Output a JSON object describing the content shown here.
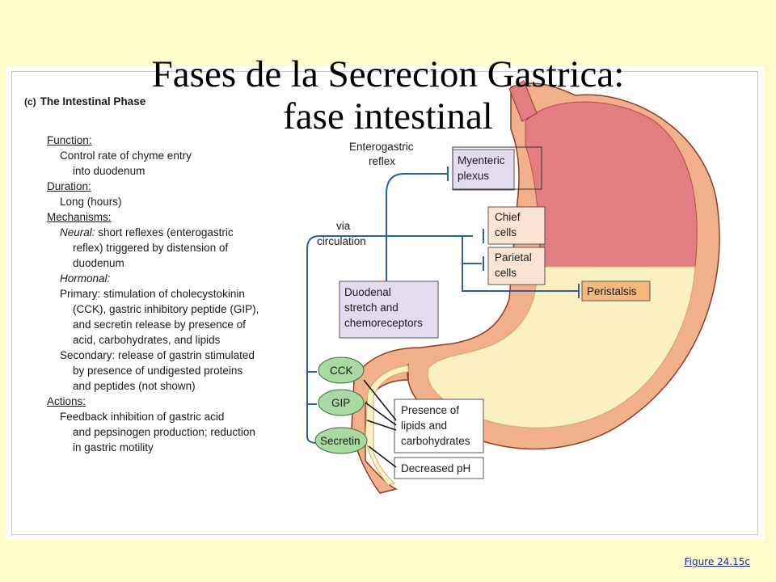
{
  "title": {
    "line1": "Fases de la Secrecion Gastrica:",
    "line2": "fase intestinal"
  },
  "phase": {
    "letter": "(c)",
    "name": "The Intestinal Phase"
  },
  "left_text": {
    "function_label": "Function:",
    "function_1": "Control rate of chyme entry",
    "function_2": "into duodenum",
    "duration_label": "Duration:",
    "duration_1": "Long (hours)",
    "mechanisms_label": "Mechanisms:",
    "neural_label": "Neural:",
    "neural_1": " short reflexes (enterogastric",
    "neural_2": "reflex) triggered by distension of",
    "neural_3": "duodenum",
    "hormonal_label": "Hormonal:",
    "primary_1": "Primary: stimulation of cholecystokinin",
    "primary_2": "(CCK), gastric inhibitory peptide (GIP),",
    "primary_3": "and secretin release by presence of",
    "primary_4": "acid, carbohydrates, and lipids",
    "secondary_1": "Secondary: release of gastrin stimulated",
    "secondary_2": "by presence of undigested proteins",
    "secondary_3": "and peptides (not shown)",
    "actions_label": "Actions:",
    "actions_1": "Feedback inhibition of gastric acid",
    "actions_2": "and pepsinogen production; reduction",
    "actions_3": "in gastric motility"
  },
  "diagram": {
    "enterogastric_1": "Enterogastric",
    "enterogastric_2": "reflex",
    "myenteric_1": "Myenteric",
    "myenteric_2": "plexus",
    "via_1": "via",
    "via_2": "circulation",
    "chief_1": "Chief",
    "chief_2": "cells",
    "parietal_1": "Parietal",
    "parietal_2": "cells",
    "peristalsis": "Peristalsis",
    "duodenal_1": "Duodenal",
    "duodenal_2": "stretch and",
    "duodenal_3": "chemoreceptors",
    "cck": "CCK",
    "gip": "GIP",
    "secretin": "Secretin",
    "presence_1": "Presence of",
    "presence_2": "lipids and",
    "presence_3": "carbohydrates",
    "decreased_ph": "Decreased pH"
  },
  "figure_link": "Figure 24.15c",
  "colors": {
    "background": "#fdfbc9",
    "pathway_blue": "#2b5fa8",
    "hormone_green": "#a7d9a0",
    "neural_box": "#e3dcef",
    "cell_box": "#fbe3d6",
    "peristalsis_box": "#f4b87a",
    "stomach_red": "#e27d82",
    "chyme_yellow": "#fbf0c0"
  }
}
